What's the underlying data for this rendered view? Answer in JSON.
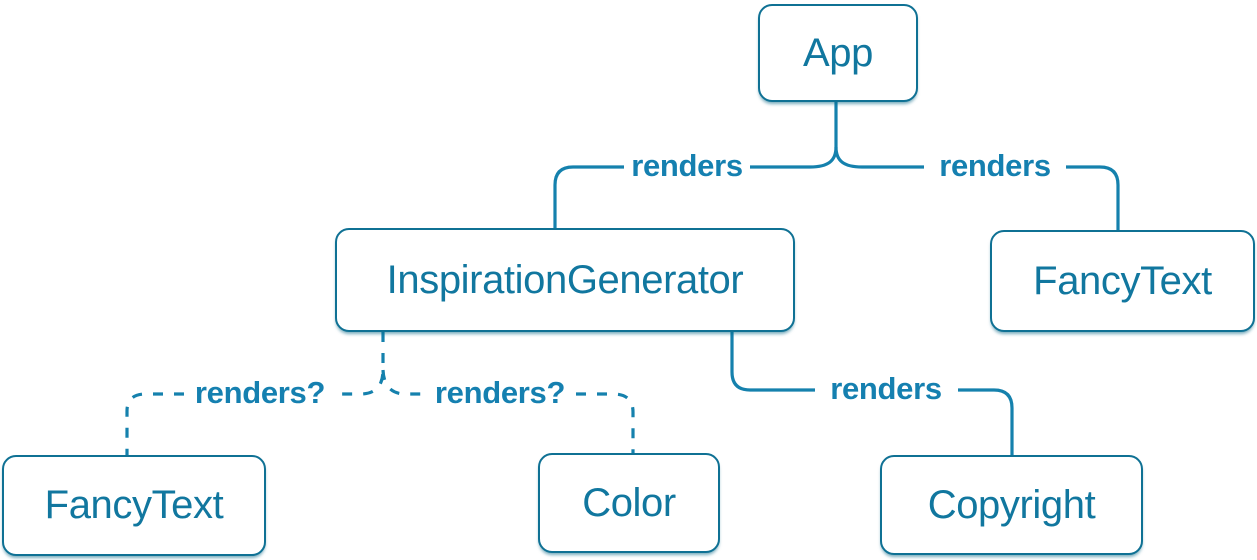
{
  "diagram": {
    "nodes": [
      {
        "id": "app",
        "label": "App"
      },
      {
        "id": "inspiration-generator",
        "label": "InspirationGenerator"
      },
      {
        "id": "fancy-text-top",
        "label": "FancyText"
      },
      {
        "id": "fancy-text-bottom",
        "label": "FancyText"
      },
      {
        "id": "color",
        "label": "Color"
      },
      {
        "id": "copyright",
        "label": "Copyright"
      }
    ],
    "edges": [
      {
        "from": "App",
        "to": "InspirationGenerator",
        "label": "renders",
        "style": "solid"
      },
      {
        "from": "App",
        "to": "FancyText",
        "label": "renders",
        "style": "solid"
      },
      {
        "from": "InspirationGenerator",
        "to": "FancyText",
        "label": "renders?",
        "style": "dashed"
      },
      {
        "from": "InspirationGenerator",
        "to": "Color",
        "label": "renders?",
        "style": "dashed"
      },
      {
        "from": "InspirationGenerator",
        "to": "Copyright",
        "label": "renders",
        "style": "solid"
      }
    ],
    "colors": {
      "edge_stroke": "#1581ad",
      "edge_label": "#1580b0",
      "node_border": "#0f7194",
      "node_text": "#11779f",
      "node_fill": "#ffffff"
    }
  }
}
